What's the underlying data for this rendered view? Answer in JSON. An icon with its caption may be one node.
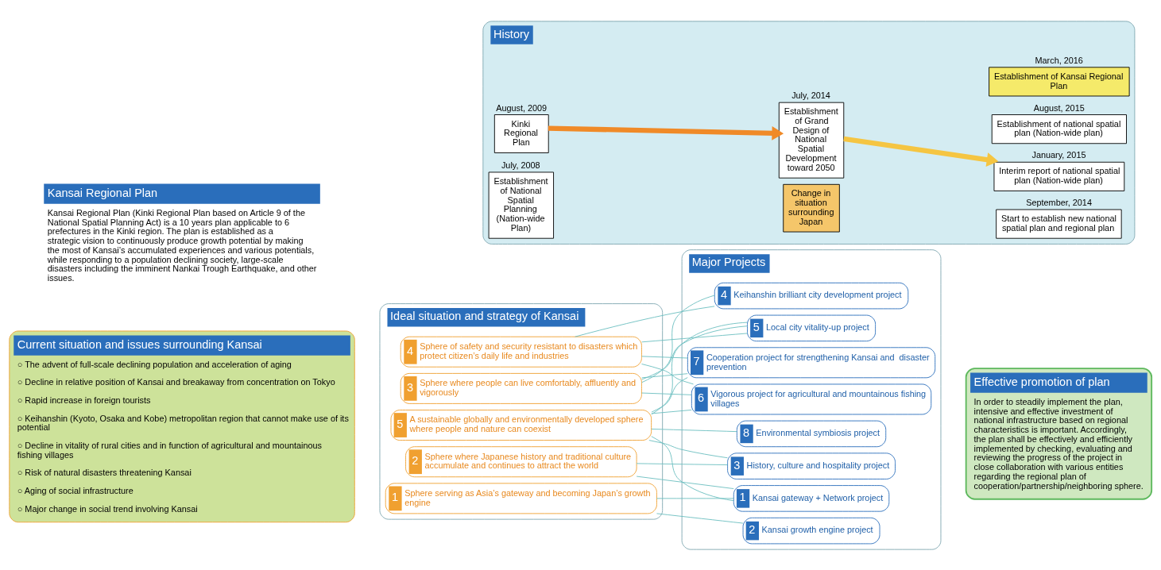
{
  "diagram": {
    "nodes": [
      {
        "text": [
          "Kansai Regional Plan",
          "Kansai Regional Plan (Kinki Regional Plan based on Article 9 of the National Spatial Planning Act) is a 10 years plan applicable to 6 prefectures in the Kinki region. The plan is established as a strategic vision to continuously produce growth potential by making the most of Kansai’s accumulated experiences and various potentials, while responding to a population declining society, large-scale disasters including the imminent Nankai Trough Earthquake, and other issues."
        ]
      },
      {
        "text": [
          "Current situation and issues surrounding Kansai",
          "○ The advent of full-scale declining population and acceleration of aging",
          "○ Decline in relative position of Kansai and breakaway from concentration on Tokyo",
          "○ Rapid increase in foreign tourists",
          "○ Keihanshin (Kyoto, Osaka and Kobe) metropolitan region that cannot make use of its potential",
          "○ Decline in vitality of rural cities and in function of agricultural and mountainous fishing villages",
          "○ Risk of natural disasters threatening Kansai",
          "○ Aging of social infrastructure",
          "○ Major change in social trend involving Kansai"
        ]
      },
      {
        "text": [
          "History"
        ]
      },
      {
        "text": [
          "Establishment of National Spatial Planning (Nation-wide Plan)"
        ],
        "beside": [
          "July, 2008"
        ],
        "in": 2
      },
      {
        "text": [
          "Kinki Regional Plan"
        ],
        "beside": [
          "August, 2009"
        ],
        "in": 2
      },
      {
        "text": [
          "Change in situation surrounding Japan"
        ],
        "in": 2
      },
      {
        "text": [
          "Establishment of Grand Design of National Spatial Development toward 2050"
        ],
        "beside": [
          "July, 2014"
        ],
        "in": 2
      },
      {
        "text": [
          "Start to establish new national spatial plan and regional plan"
        ],
        "beside": [
          "September, 2014"
        ],
        "in": 2
      },
      {
        "text": [
          "Interim report of national spatial plan (Nation-wide plan)"
        ],
        "beside": [
          "January, 2015"
        ],
        "in": 2
      },
      {
        "text": [
          "Establishment of national spatial plan (Nation-wide plan)"
        ],
        "beside": [
          "August, 2015"
        ],
        "in": 2
      },
      {
        "text": [
          "Establishment of Kansai Regional Plan"
        ],
        "beside": [
          "March, 2016"
        ],
        "in": 2
      },
      {
        "text": [
          "Ideal situation and strategy of Kansai"
        ]
      },
      {
        "text": [
          "1",
          "Sphere serving as Asia’s gateway and becoming Japan’s growth engine"
        ],
        "in": 11
      },
      {
        "text": [
          "2",
          "Sphere where Japanese history and traditional culture accumulate and continues to attract the world"
        ],
        "in": 11
      },
      {
        "text": [
          "3",
          "Sphere where people can live comfortably, affluently and vigorously"
        ],
        "in": 11
      },
      {
        "text": [
          "4",
          "Sphere of safety and security resistant to disasters which protect citizen’s daily life and industries"
        ],
        "in": 11
      },
      {
        "text": [
          "5",
          "A sustainable globally and environmentally developed sphere where people and nature can coexist"
        ],
        "in": 11
      },
      {
        "text": [
          "Major Projects"
        ]
      },
      {
        "text": [
          "1",
          "Kansai gateway + Network project"
        ],
        "in": 17
      },
      {
        "text": [
          "2",
          "Kansai growth engine project"
        ],
        "in": 17
      },
      {
        "text": [
          "3",
          "History, culture and hospitality project"
        ],
        "in": 17
      },
      {
        "text": [
          "4",
          "Keihanshin brilliant city development project"
        ],
        "in": 17
      },
      {
        "text": [
          "5",
          "Local city vitality-up project"
        ],
        "in": 17
      },
      {
        "text": [
          "6",
          "Vigorous project for agricultural and mountainous fishing villages"
        ],
        "in": 17
      },
      {
        "text": [
          "7",
          "Cooperation project for strengthening Kansai and  disaster prevention"
        ],
        "in": 17
      },
      {
        "text": [
          "8",
          "Environmental symbiosis project"
        ],
        "in": 17
      },
      {
        "text": [
          "Effective promotion of plan",
          "In order to steadily implement the plan, intensive and effective investment of national infrastructure based on regional characteristics is important. Accordingly, the plan shall be effectively and efficiently implemented by checking, evaluating and reviewing the progress of the project in close collaboration with various entities regarding the regional plan of cooperation/partnership/neighboring sphere."
        ]
      }
    ],
    "edges": [
      {
        "from": 4,
        "to": 6,
        "arrow": "to",
        "style": "thick",
        "color": "#f08a28"
      },
      {
        "from": 6,
        "to": 8,
        "arrow": "to",
        "style": "thick",
        "color": "#f5c542"
      },
      {
        "from": 12,
        "to": 18,
        "arrow": "none"
      },
      {
        "from": 12,
        "to": 19,
        "arrow": "none"
      },
      {
        "from": 13,
        "to": 18,
        "arrow": "none"
      },
      {
        "from": 13,
        "to": 20,
        "arrow": "none"
      },
      {
        "from": 14,
        "to": 21,
        "arrow": "none"
      },
      {
        "from": 14,
        "to": 22,
        "arrow": "none"
      },
      {
        "from": 14,
        "to": 23,
        "arrow": "none"
      },
      {
        "from": 14,
        "to": 24,
        "arrow": "none"
      },
      {
        "from": 15,
        "to": 21,
        "arrow": "none"
      },
      {
        "from": 15,
        "to": 22,
        "arrow": "none"
      },
      {
        "from": 15,
        "to": 23,
        "arrow": "none"
      },
      {
        "from": 15,
        "to": 24,
        "arrow": "none"
      },
      {
        "from": 16,
        "to": 18,
        "arrow": "none"
      },
      {
        "from": 16,
        "to": 20,
        "arrow": "none"
      },
      {
        "from": 16,
        "to": 22,
        "arrow": "none"
      },
      {
        "from": 16,
        "to": 23,
        "arrow": "none"
      },
      {
        "from": 16,
        "to": 24,
        "arrow": "none"
      },
      {
        "from": 16,
        "to": 25,
        "arrow": "none"
      }
    ]
  }
}
